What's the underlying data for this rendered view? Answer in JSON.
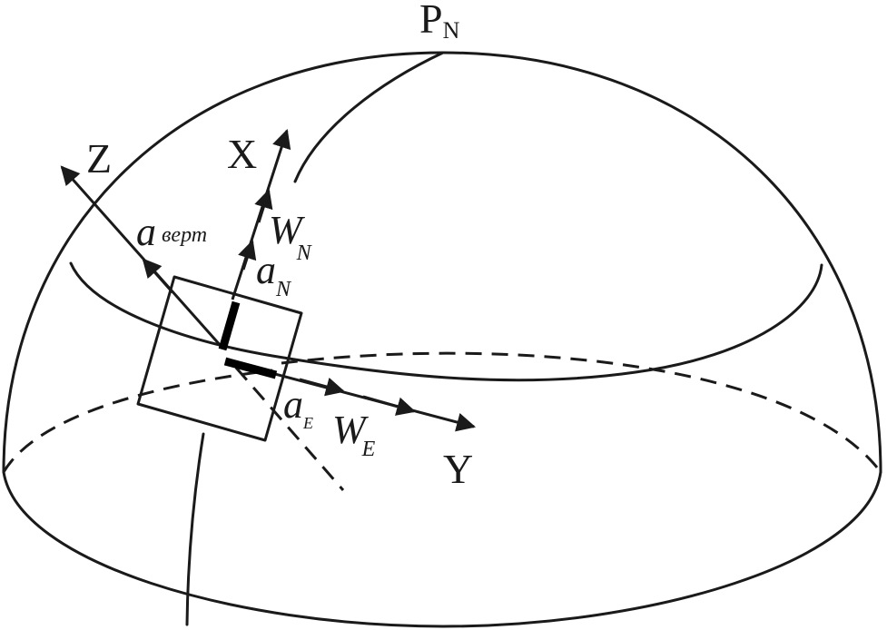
{
  "labels": {
    "pole": {
      "main": "P",
      "sub": "N"
    },
    "axis_x": "X",
    "axis_y": "Y",
    "axis_z": "Z",
    "w_north": {
      "main": "W",
      "sub": "N"
    },
    "w_east": {
      "main": "W",
      "sub": "E"
    },
    "a_north": {
      "main": "a",
      "sub": "N"
    },
    "a_east": {
      "main": "a",
      "sub": "E"
    },
    "a_vert": {
      "main": "a",
      "sub": "верт"
    }
  }
}
